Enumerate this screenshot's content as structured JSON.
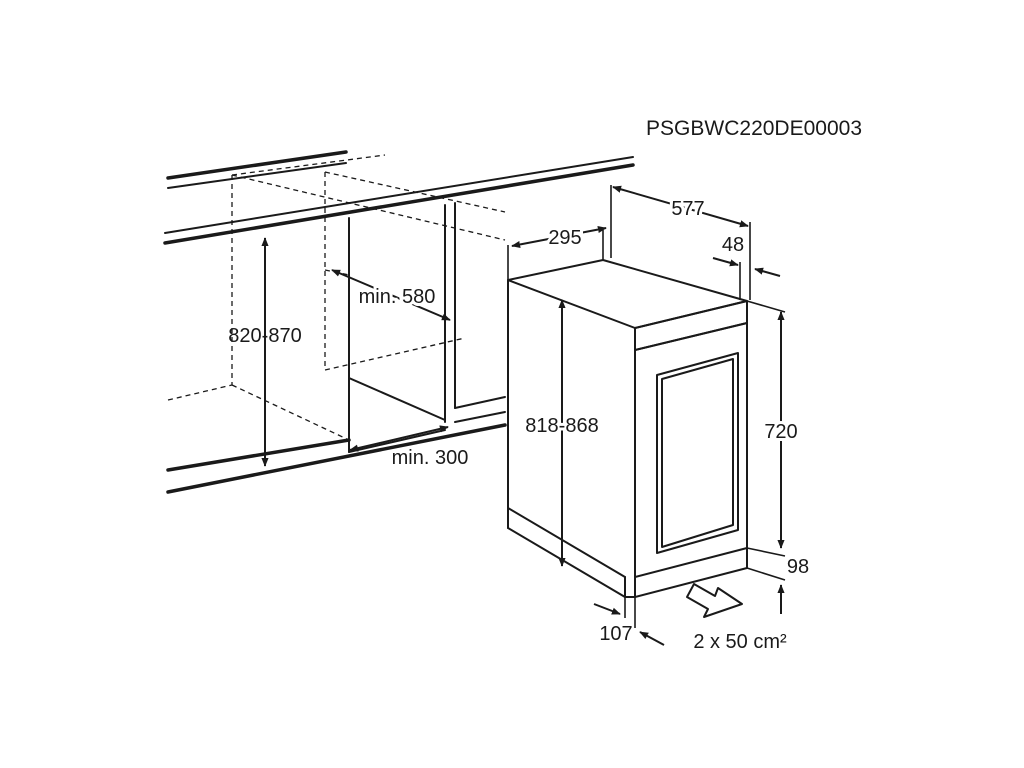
{
  "drawing_code": "PSGBWC220DE00003",
  "dimensions": {
    "niche_height": "820-870",
    "niche_depth_min": "min. 580",
    "niche_width_min": "min. 300",
    "appliance_width": "295",
    "appliance_depth": "577",
    "door_depth": "48",
    "appliance_height": "818-868",
    "upper_height": "720",
    "plinth_height": "98",
    "plinth_setback": "107",
    "ventilation": "2 x 50 cm²"
  },
  "colors": {
    "ink": "#1a1a1a",
    "background": "#ffffff"
  },
  "icons": {
    "ventilation_arrow": "hollow-arrow-icon"
  }
}
